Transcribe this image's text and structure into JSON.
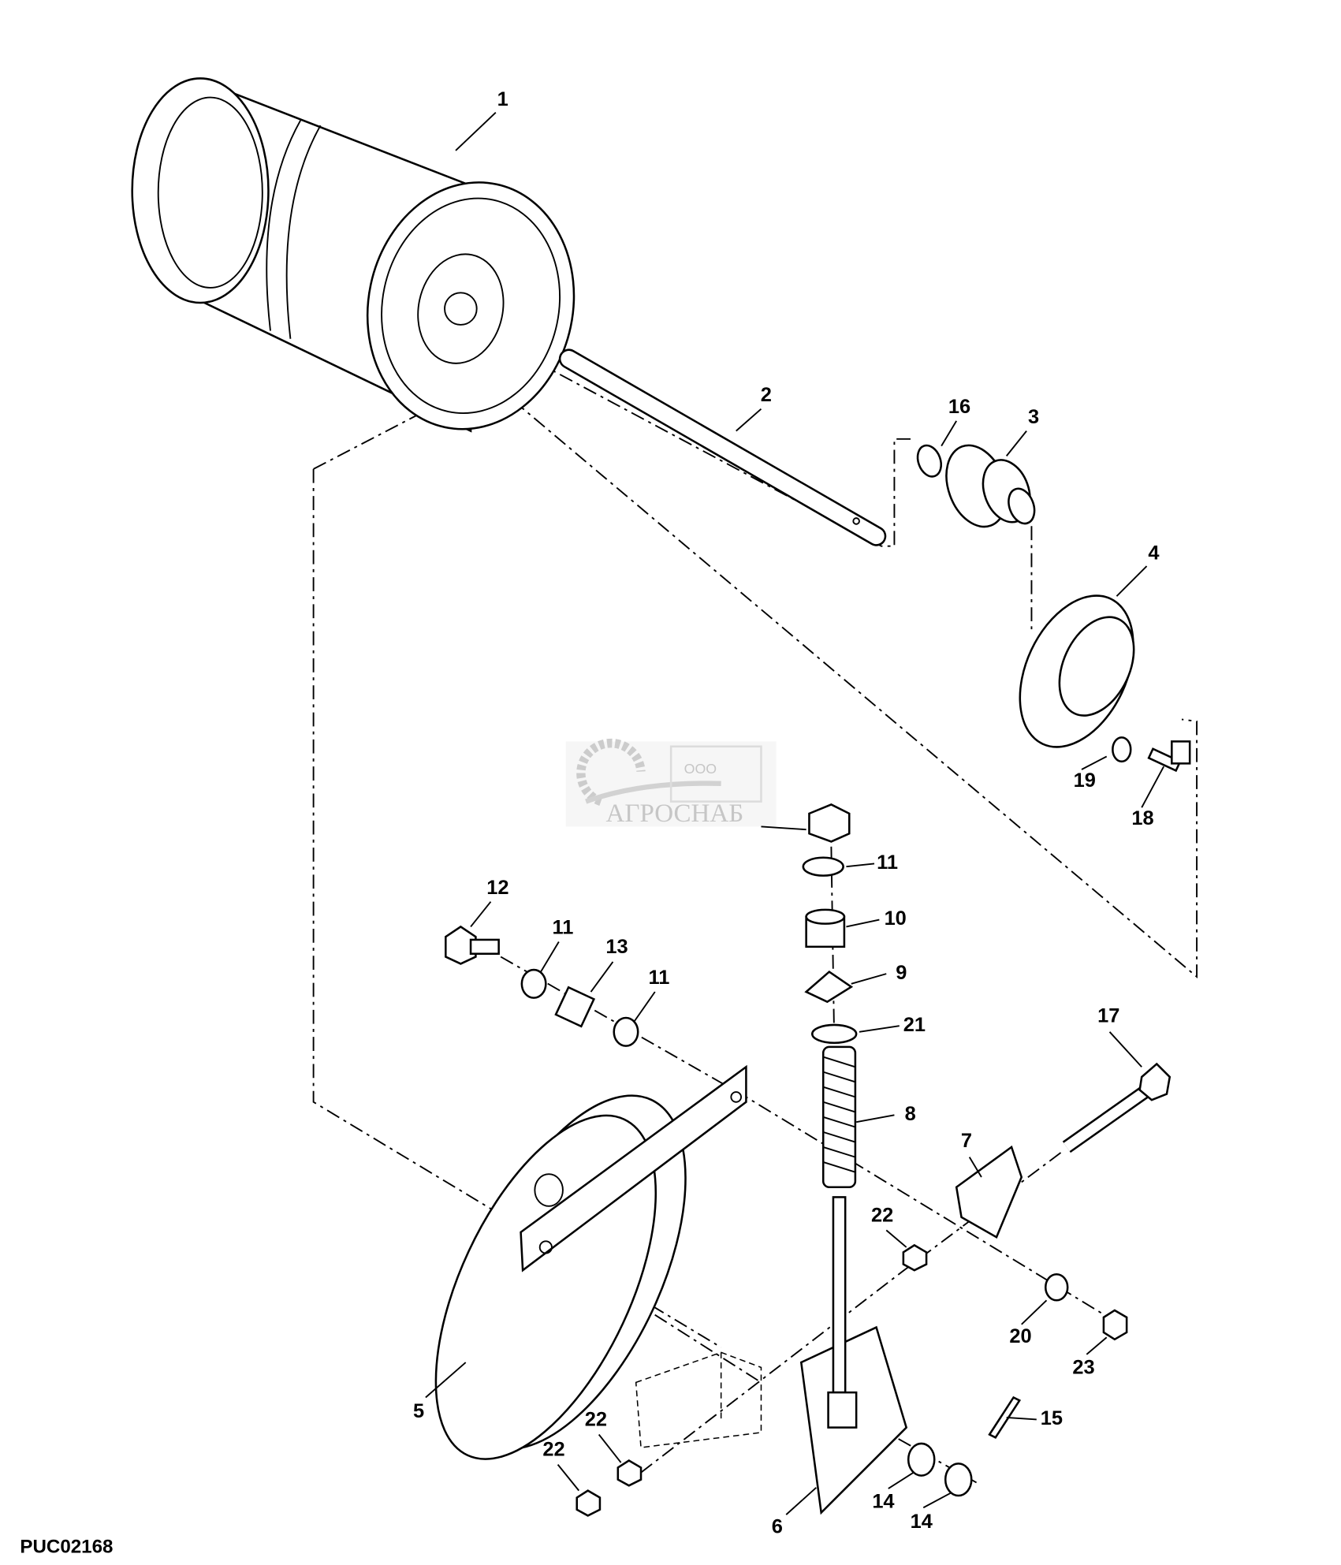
{
  "diagram": {
    "figure_code": "PUC02168",
    "callouts": [
      "1",
      "2",
      "3",
      "4",
      "5",
      "6",
      "7",
      "8",
      "9",
      "10",
      "11",
      "11",
      "11",
      "12",
      "13",
      "14",
      "14",
      "15",
      "16",
      "17",
      "18",
      "19",
      "20",
      "21",
      "22",
      "22",
      "22",
      "23"
    ]
  },
  "watermark": {
    "prefix": "ООО",
    "name": "АГРОСНАБ"
  }
}
